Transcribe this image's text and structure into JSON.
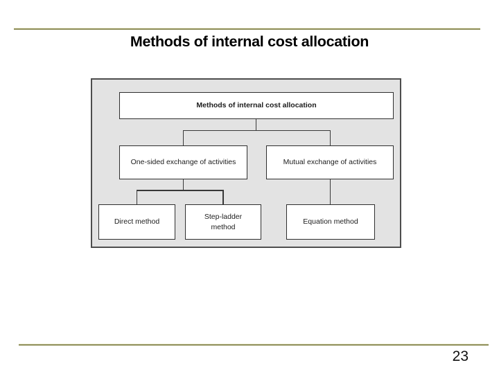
{
  "slide": {
    "title": "Methods of internal cost allocation",
    "page_number": "23"
  },
  "diagram": {
    "type": "tree",
    "nodes": {
      "root": "Methods of internal cost allocation",
      "one_sided": "One-sided exchange of activities",
      "mutual": "Mutual exchange of activities",
      "direct": "Direct method",
      "step_ladder": "Step-ladder method",
      "equation": "Equation method"
    },
    "hierarchy": [
      {
        "label": "Methods of internal cost allocation",
        "children": [
          {
            "label": "One-sided exchange of activities",
            "children": [
              "Direct method",
              "Step-ladder method"
            ]
          },
          {
            "label": "Mutual exchange of activities",
            "children": [
              "Equation method"
            ]
          }
        ]
      }
    ]
  },
  "colors": {
    "separator_olive": "#8e8e5a",
    "separator_cream": "#f0efd8",
    "title_text": "#000000",
    "diagram_background": "#e3e3e3",
    "diagram_border": "#4d4d4d",
    "node_background": "#ffffff",
    "node_border": "#2e2e2e",
    "connector": "#383838",
    "page_number_text": "#111111"
  }
}
